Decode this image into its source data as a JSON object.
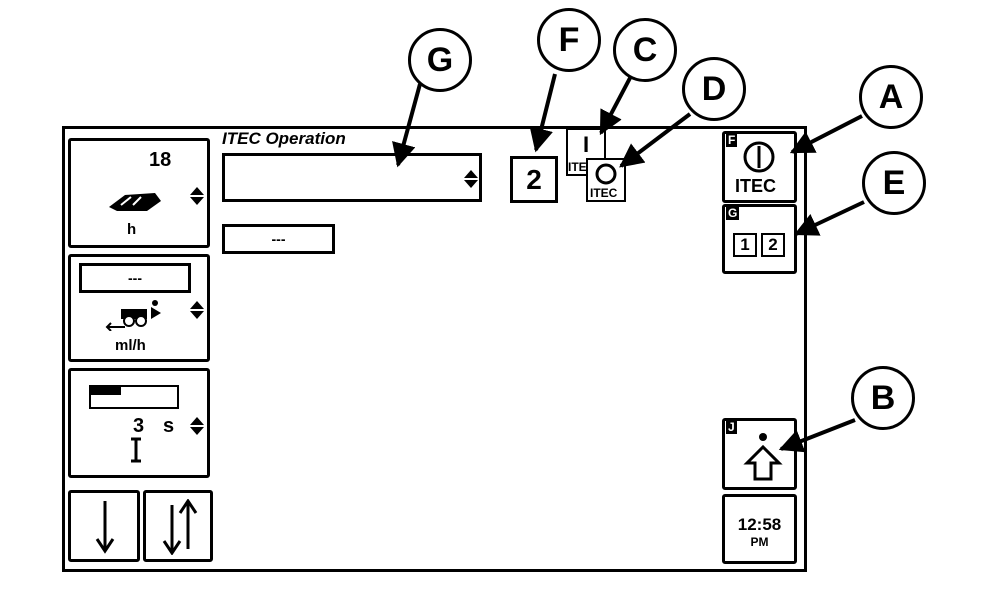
{
  "header": {
    "title": "ITEC Operation"
  },
  "main": {
    "value_field": "---",
    "sequence_number": "2"
  },
  "left_panel": {
    "hours": {
      "value": "18",
      "unit": "h"
    },
    "rate": {
      "value": "---",
      "unit": "ml/h"
    },
    "timer": {
      "value": "3",
      "unit": "s",
      "progress": 0.35
    },
    "buttons": {
      "down_arrow": "↓",
      "updown_arrows": "↓↑"
    }
  },
  "right_panel": {
    "itec_button": {
      "tag": "F",
      "symbol": "I",
      "label": "ITEC"
    },
    "sequence_select": {
      "tag": "G",
      "options": [
        "1",
        "2"
      ]
    },
    "shift_button": {
      "tag": "J"
    },
    "clock": {
      "time": "12:58",
      "ampm": "PM"
    }
  },
  "status_icons": {
    "itec_on": {
      "symbol": "I",
      "label": "ITEC"
    },
    "itec_off": {
      "label": "ITEC"
    }
  },
  "callouts": [
    "A",
    "B",
    "C",
    "D",
    "E",
    "F",
    "G"
  ],
  "icons": [
    "tractor-hours-icon",
    "spray-vehicle-icon",
    "up-down-icon",
    "down-arrow-icon",
    "up-down-arrows-icon",
    "power-icon",
    "shift-up-icon"
  ]
}
